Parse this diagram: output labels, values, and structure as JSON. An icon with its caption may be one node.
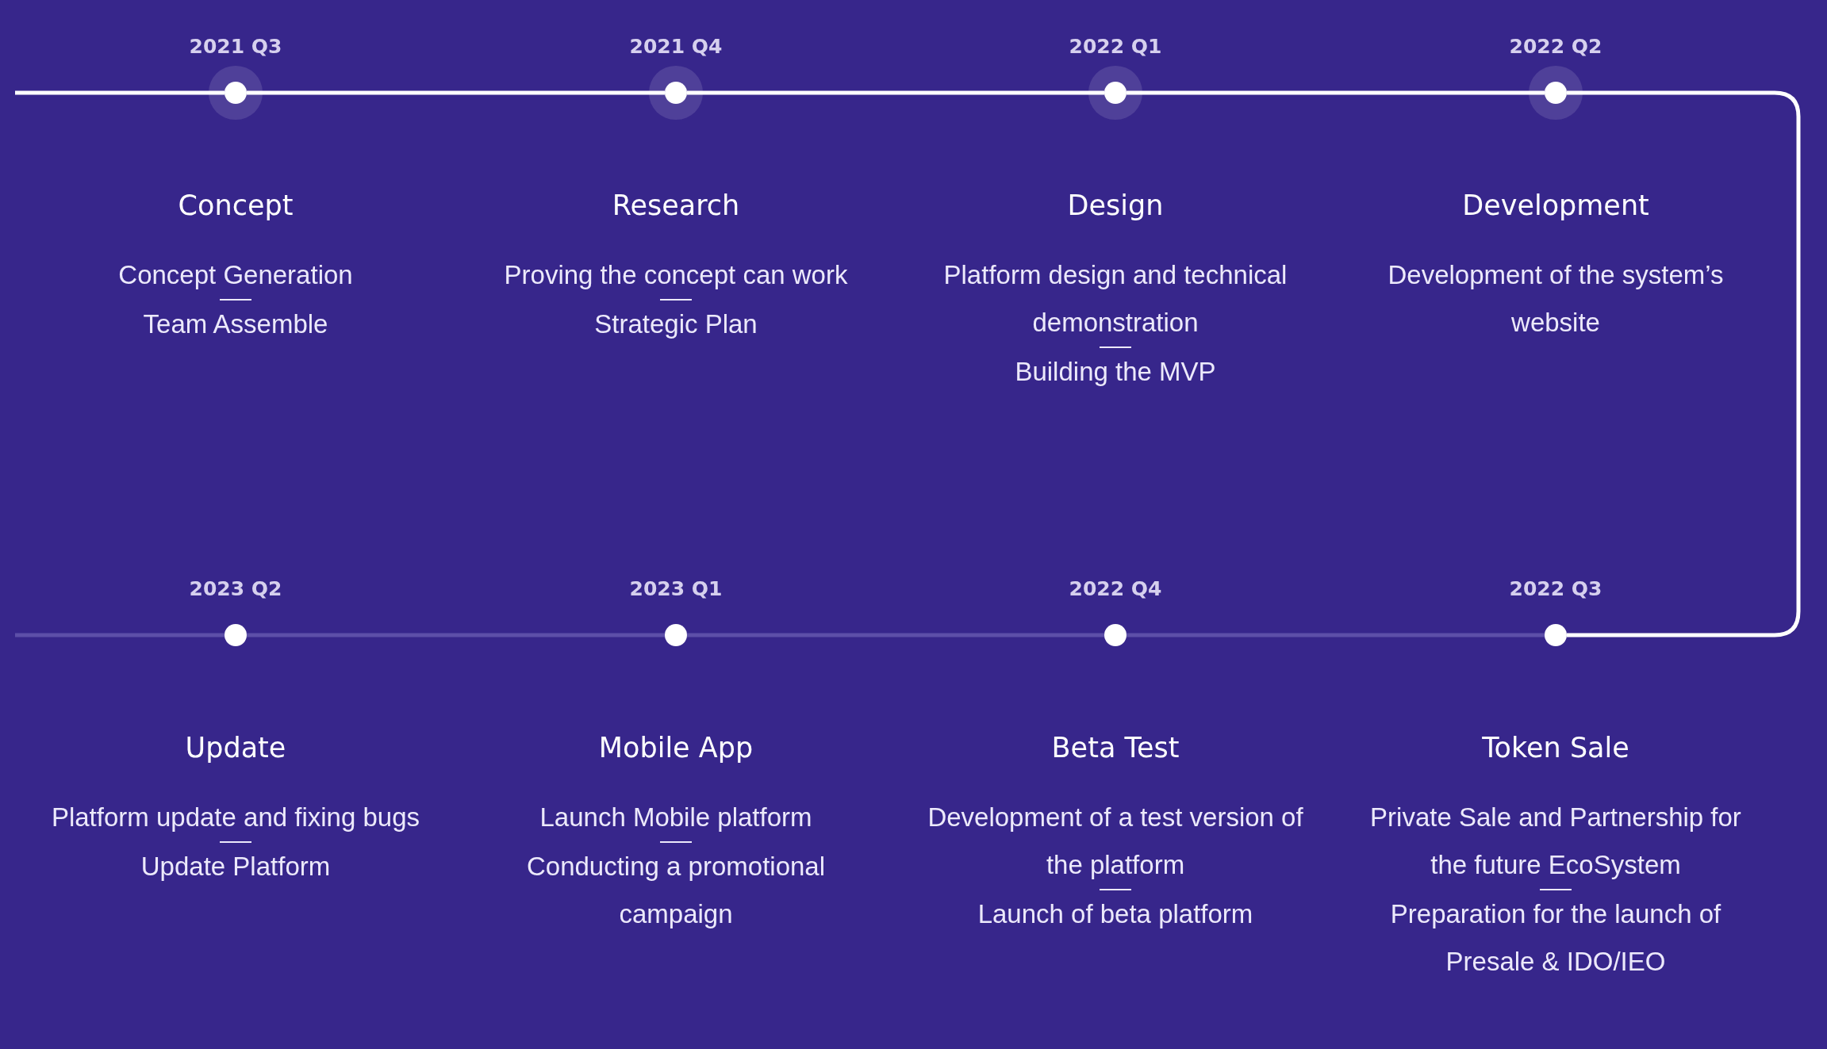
{
  "diagram": {
    "nodes": [
      {
        "text": [],
        "shape": "circle",
        "beside": [
          "2021 Q3",
          "Concept",
          "Concept Generation",
          "Team Assemble"
        ]
      },
      {
        "text": [],
        "shape": "circle",
        "beside": [
          "2021 Q4",
          "Research",
          "Proving the concept can work",
          "Strategic Plan"
        ]
      },
      {
        "text": [],
        "shape": "circle",
        "beside": [
          "2022 Q1",
          "Design",
          "Platform design and technical demonstration",
          "Building the MVP"
        ]
      },
      {
        "text": [],
        "shape": "circle",
        "beside": [
          "2022 Q2",
          "Development",
          "Development of the system’s website"
        ]
      },
      {
        "text": [],
        "shape": "circle",
        "beside": [
          "2023 Q2",
          "Update",
          "Platform update and fixing bugs",
          "Update Platform"
        ]
      },
      {
        "text": [],
        "shape": "circle",
        "beside": [
          "2023 Q1",
          "Mobile App",
          "Launch Mobile platform",
          "Conducting a promotional campaign"
        ]
      },
      {
        "text": [],
        "shape": "circle",
        "beside": [
          "2022 Q4",
          "Beta Test",
          "Development of a test version of the platform",
          "Launch of beta platform"
        ]
      },
      {
        "text": [],
        "shape": "circle",
        "beside": [
          "2022 Q3",
          "Token Sale",
          "Private Sale and Partnership for the future EcoSystem",
          "Preparation for the launch of Presale & IDO/IEO"
        ]
      }
    ],
    "edges": [
      {
        "from": null,
        "to": 0,
        "arrow": "none"
      },
      {
        "from": 0,
        "to": 1,
        "arrow": "none"
      },
      {
        "from": 1,
        "to": 2,
        "arrow": "none"
      },
      {
        "from": 2,
        "to": 3,
        "arrow": "none"
      },
      {
        "from": 3,
        "to": 7,
        "arrow": "none"
      },
      {
        "from": 7,
        "to": 6,
        "arrow": "none",
        "color": "#5d4fa8"
      },
      {
        "from": 6,
        "to": 5,
        "arrow": "none",
        "color": "#5d4fa8"
      },
      {
        "from": 5,
        "to": 4,
        "arrow": "none",
        "color": "#5d4fa8"
      },
      {
        "from": 4,
        "to": null,
        "arrow": "none",
        "color": "#5d4fa8"
      }
    ]
  }
}
